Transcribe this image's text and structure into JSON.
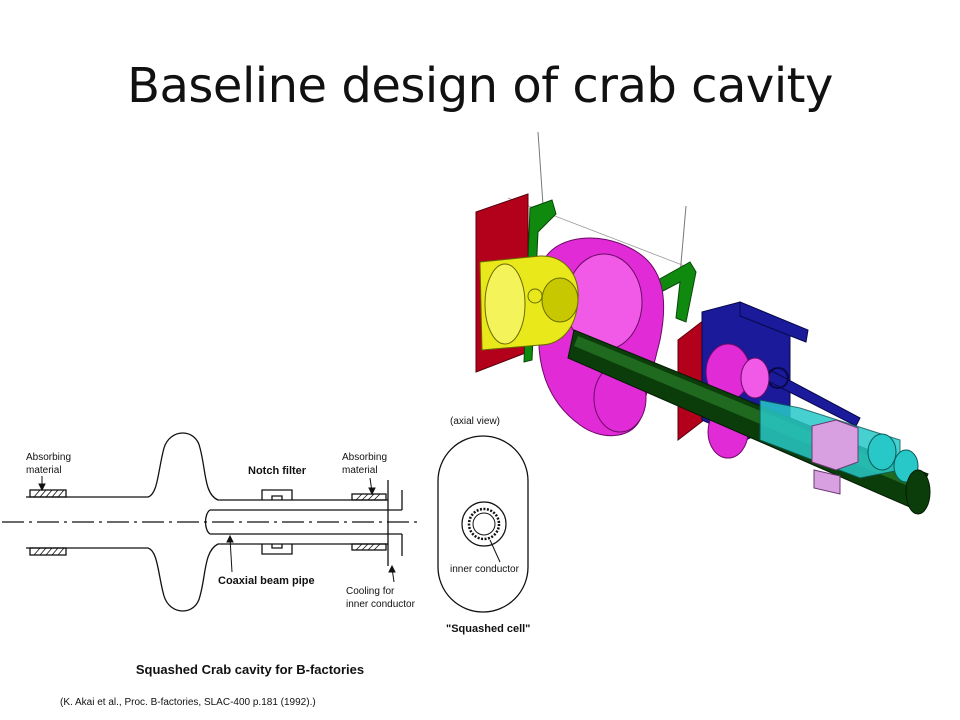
{
  "slide": {
    "title": "Baseline design of crab cavity"
  },
  "schematic": {
    "label_absorbing_left": [
      "Absorbing",
      "material"
    ],
    "label_absorbing_right": [
      "Absorbing",
      "material"
    ],
    "label_notch_filter": "Notch filter",
    "label_coaxial_beam_pipe": "Coaxial beam pipe",
    "label_cooling": [
      "Cooling for",
      "inner conductor"
    ],
    "label_axial_view": "(axial view)",
    "label_inner_conductor": "inner conductor",
    "label_squashed_cell": "\"Squashed cell\"",
    "caption": "Squashed Crab cavity for B-factories",
    "reference": "(K. Akai et al., Proc. B-factories, SLAC-400 p.181 (1992).)"
  },
  "render_colors": {
    "red": "#b3001b",
    "green": "#0f8a0f",
    "magenta": "#e02bd6",
    "yellow": "#e8e81a",
    "dark_green": "#0b3d0b",
    "blue": "#1a1a9a",
    "cyan": "#28c8c8",
    "pink": "#d8a0e0"
  }
}
